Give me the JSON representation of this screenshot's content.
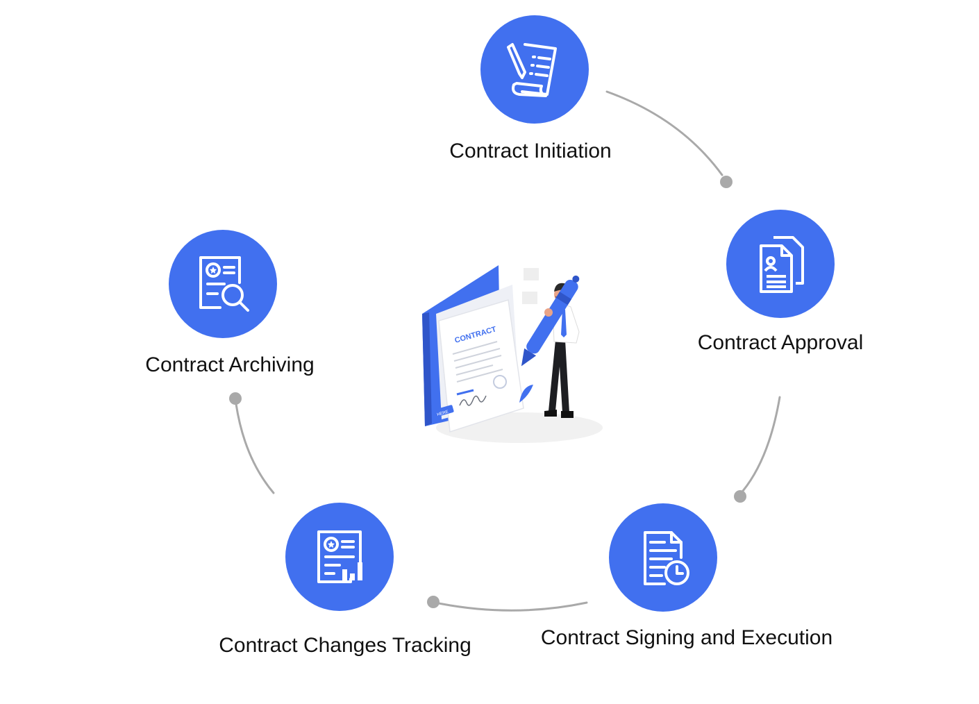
{
  "diagram": {
    "colors": {
      "accent": "#4170ef",
      "connector": "#a9a9a9",
      "text": "#111111"
    },
    "steps": [
      {
        "label": "Contract Initiation",
        "icon": "document-pen-icon"
      },
      {
        "label": "Contract Approval",
        "icon": "documents-profile-icon"
      },
      {
        "label": "Contract Signing and Execution",
        "icon": "document-clock-icon"
      },
      {
        "label": "Contract Changes Tracking",
        "icon": "document-chart-icon"
      },
      {
        "label": "Contract Archiving",
        "icon": "document-search-icon"
      }
    ],
    "illustration": {
      "document_title": "CONTRACT",
      "tab_label": "HERE",
      "icon": "man-signing-contract-illustration"
    }
  }
}
